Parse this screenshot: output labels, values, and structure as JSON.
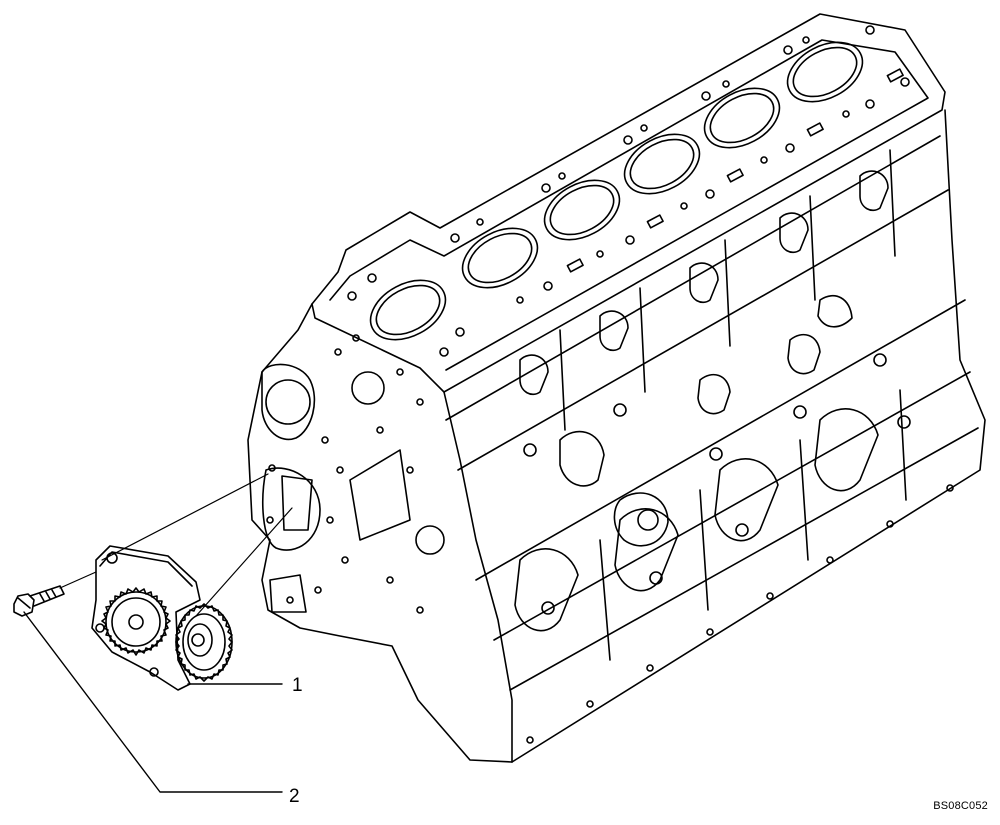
{
  "diagram": {
    "callouts": [
      {
        "id": "1",
        "label": "1"
      },
      {
        "id": "2",
        "label": "2"
      }
    ],
    "figure_code": "BS08C052"
  }
}
